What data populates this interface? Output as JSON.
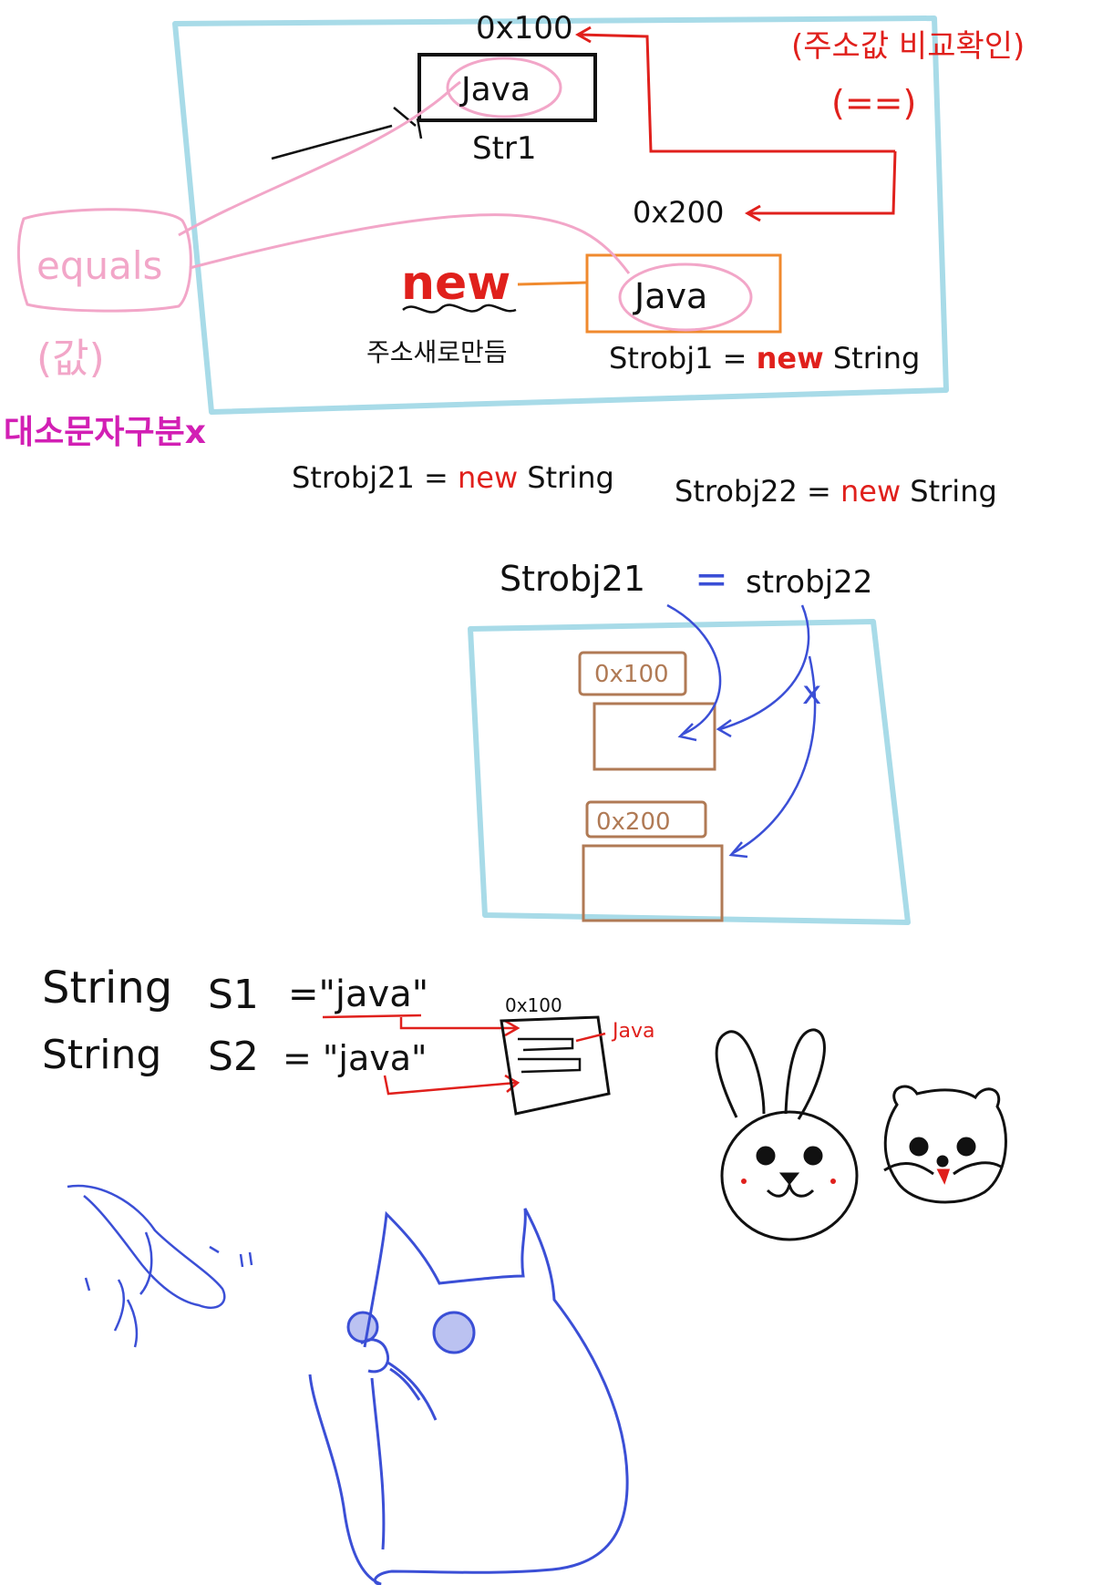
{
  "colors": {
    "box_blue": "#a8dbe8",
    "ink_black": "#111111",
    "ink_red": "#e0201c",
    "ink_pink": "#f2a6c8",
    "ink_magenta": "#d21fb4",
    "ink_orange": "#f08a2e",
    "ink_brown": "#b07a55",
    "ink_blue": "#3b4fd6"
  },
  "section1": {
    "addr_top": "0x100",
    "str1_value": "Java",
    "str1_label": "Str1",
    "note_addr_compare": "(주소값 비교확인)",
    "note_eq_op": "(==)",
    "addr_second": "0x200",
    "new_keyword": "new",
    "new_note": "주소새로만듬",
    "strobj_value": "Java",
    "strobj_label_a": "Strobj1 = ",
    "strobj_label_new": "new",
    "strobj_label_b": " String",
    "equals_label": "equals",
    "equals_note": "(값)",
    "case_note": "대소문자구분x"
  },
  "section2": {
    "line1_a": "Strobj21  = ",
    "line1_new": "new",
    "line1_b": " String",
    "line2_a": "Strobj22 = ",
    "line2_new": "new",
    "line2_b": " String",
    "compare_left": "Strobj21",
    "compare_op": "=",
    "compare_right": "strobj22",
    "addr1": "0x100",
    "addr2": "0x200",
    "cross": "x"
  },
  "section3": {
    "s1_type": "String",
    "s1_name": "S1",
    "s1_value": "=\"java\"",
    "s2_type": "String",
    "s2_name": "S2",
    "s2_value": "= \"java\"",
    "pool_addr": "0x100",
    "pool_value": "Java"
  }
}
